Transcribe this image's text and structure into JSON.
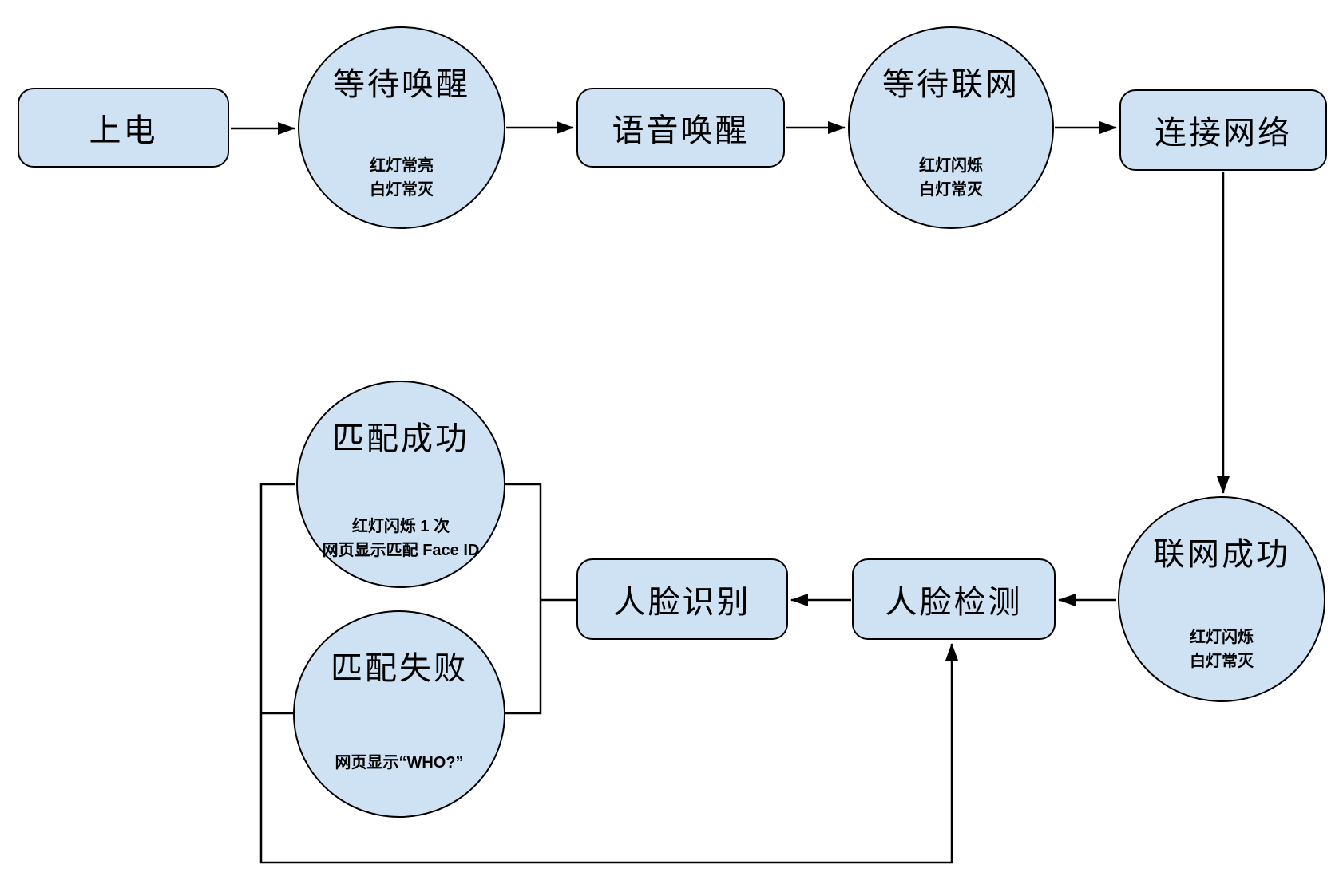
{
  "diagram": {
    "type": "flowchart",
    "colors": {
      "bg": "#ffffff",
      "node_fill": "#cfe2f3",
      "node_border": "#000000",
      "connector": "#000000",
      "text": "#000000"
    },
    "nodes": {
      "power_on": {
        "shape": "rounded-rect",
        "label": "上电"
      },
      "wait_wake": {
        "shape": "circle",
        "title": "等待唤醒",
        "subtext": "红灯常亮\n白灯常灭"
      },
      "voice_wake": {
        "shape": "rounded-rect",
        "label": "语音唤醒"
      },
      "wait_network": {
        "shape": "circle",
        "title": "等待联网",
        "subtext": "红灯闪烁\n白灯常灭"
      },
      "connect_network": {
        "shape": "rounded-rect",
        "label": "连接网络"
      },
      "network_success": {
        "shape": "circle",
        "title": "联网成功",
        "subtext": "红灯闪烁\n白灯常灭"
      },
      "face_detect": {
        "shape": "rounded-rect",
        "label": "人脸检测"
      },
      "face_recognize": {
        "shape": "rounded-rect",
        "label": "人脸识别"
      },
      "match_success": {
        "shape": "circle",
        "title": "匹配成功",
        "subtext": "红灯闪烁 1 次\n网页显示匹配 Face ID"
      },
      "match_fail": {
        "shape": "circle",
        "title": "匹配失败",
        "subtext": "网页显示“WHO?”"
      }
    },
    "edges": [
      {
        "from": "power_on",
        "to": "wait_wake"
      },
      {
        "from": "wait_wake",
        "to": "voice_wake"
      },
      {
        "from": "voice_wake",
        "to": "wait_network"
      },
      {
        "from": "wait_network",
        "to": "connect_network"
      },
      {
        "from": "connect_network",
        "to": "network_success"
      },
      {
        "from": "network_success",
        "to": "face_detect"
      },
      {
        "from": "face_detect",
        "to": "face_recognize"
      },
      {
        "from": "face_recognize",
        "to": "match_success"
      },
      {
        "from": "face_recognize",
        "to": "match_fail"
      },
      {
        "from": "match_success",
        "to": "face_detect"
      },
      {
        "from": "match_fail",
        "to": "face_detect"
      }
    ]
  }
}
